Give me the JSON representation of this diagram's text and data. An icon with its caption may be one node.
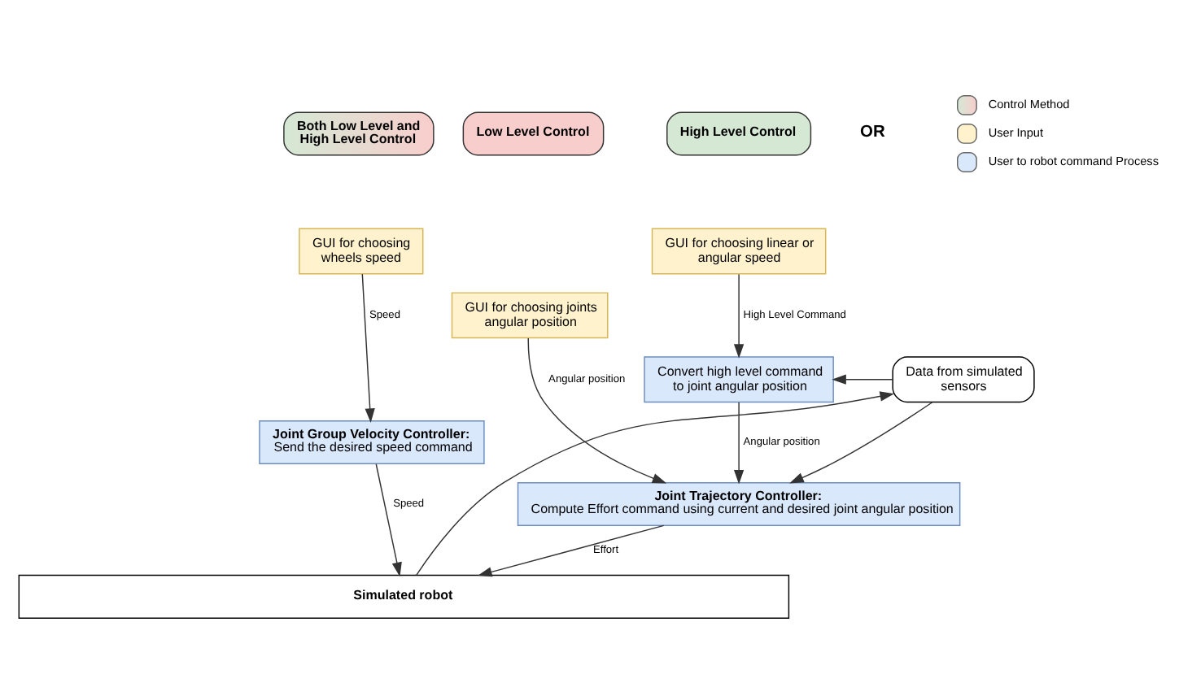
{
  "diagram": {
    "nodes": [
      {
        "text": [
          "High Level Control"
        ]
      },
      {
        "text": [
          "Low Level Control"
        ]
      },
      {
        "text": [
          "Both Low Level and High Level Control"
        ]
      },
      {
        "text": [
          "GUI for choosing linear or angular speed"
        ]
      },
      {
        "text": [
          "GUI for choosing joints angular position"
        ]
      },
      {
        "text": [
          "GUI for choosing wheels speed"
        ]
      },
      {
        "text": [
          "Convert high level command to joint angular position"
        ]
      },
      {
        "text": [
          "Data from simulated sensors"
        ]
      },
      {
        "text": [
          "Joint Trajectory Controller:",
          "Compute Effort command using current and desired joint angular position"
        ]
      },
      {
        "text": [
          "Joint Group Velocity Controller:",
          "Send the desired speed command"
        ]
      },
      {
        "text": [
          "Simulated robot"
        ]
      }
    ],
    "edges": [
      {
        "from": 3,
        "to": 6,
        "arrow": "to",
        "label": "High Level Command"
      },
      {
        "from": 6,
        "to": 8,
        "arrow": "to",
        "label": "Angular position"
      },
      {
        "from": 4,
        "to": 8,
        "arrow": "to",
        "label": "Angular position"
      },
      {
        "from": 5,
        "to": 9,
        "arrow": "to",
        "label": "Speed"
      },
      {
        "from": 8,
        "to": 10,
        "arrow": "to",
        "label": "Effort"
      },
      {
        "from": 9,
        "to": 10,
        "arrow": "to",
        "label": "Speed"
      },
      {
        "from": 7,
        "to": 6,
        "arrow": "to"
      },
      {
        "from": 7,
        "to": 8,
        "arrow": "to"
      },
      {
        "from": 10,
        "to": 7,
        "arrow": "to"
      }
    ],
    "labels": [
      "OR"
    ],
    "legend": [
      {
        "text": "Control Method"
      },
      {
        "text": "User Input",
        "color": "#fff2cc"
      },
      {
        "text": "User to robot command Process",
        "color": "#dae8fc"
      }
    ]
  }
}
